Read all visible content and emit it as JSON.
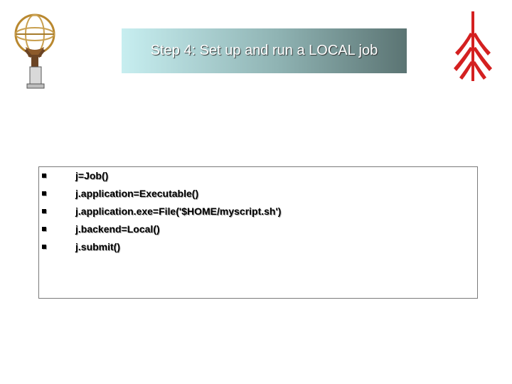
{
  "slide": {
    "title": "Step 4: Set up and run a LOCAL job",
    "lines": [
      "j=Job()",
      "j.application=Executable()",
      "j.application.exe=File('$HOME/myscript.sh')",
      "j.backend=Local()",
      "j.submit()"
    ]
  },
  "logos": {
    "left": "atlas-figure-logo",
    "right": "red-trident-logo"
  },
  "colors": {
    "title_gradient_start": "#c7eef0",
    "title_gradient_end": "#5b7473",
    "right_logo": "#d42020"
  }
}
